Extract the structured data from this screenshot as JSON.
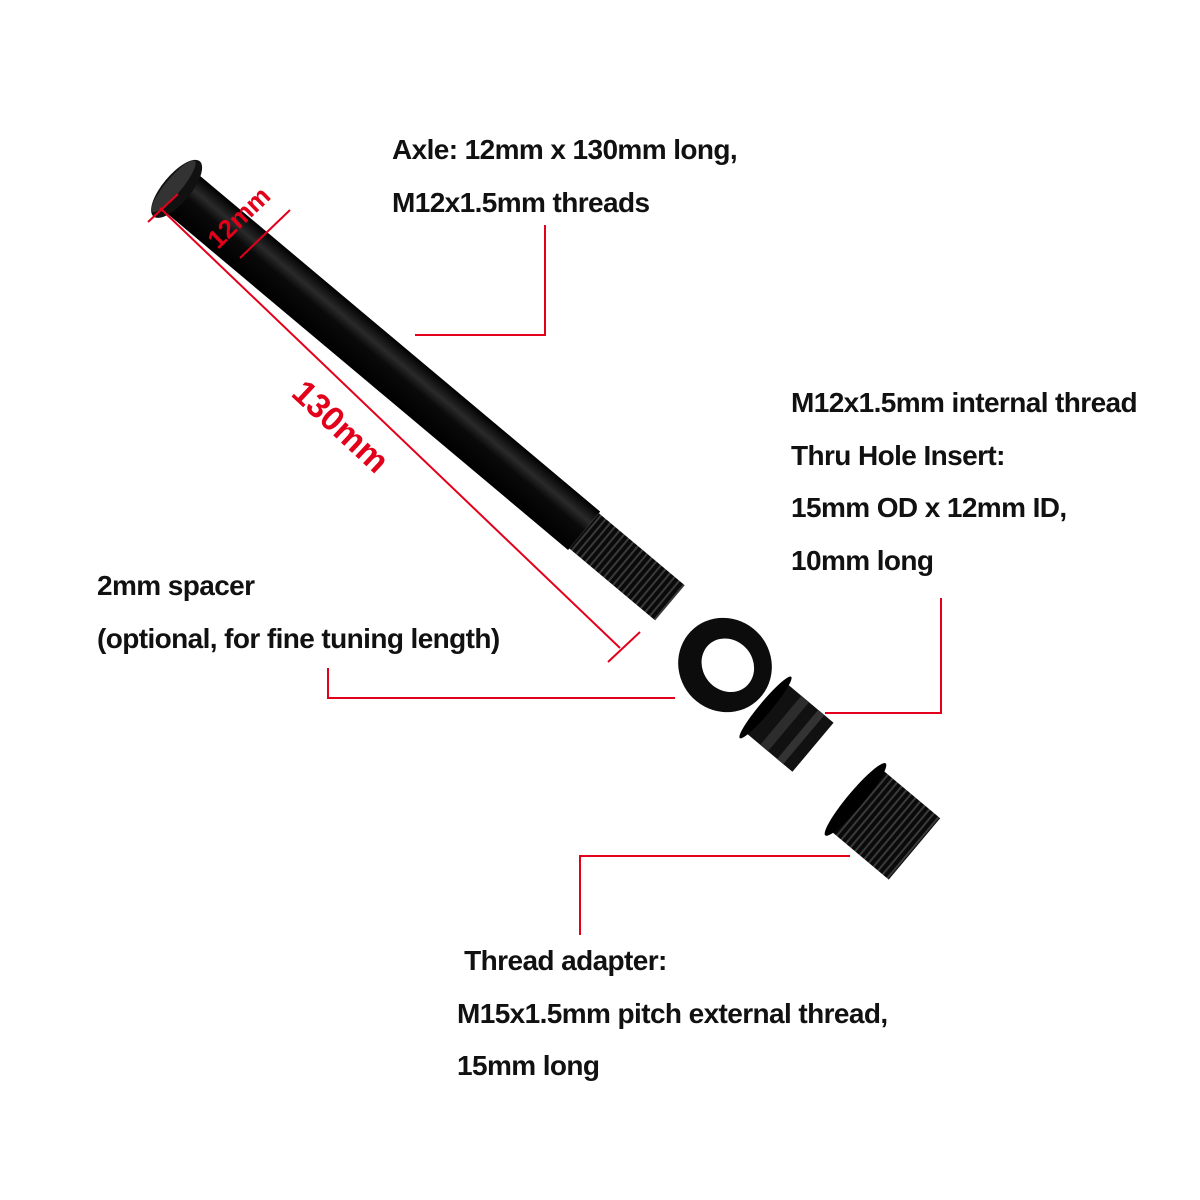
{
  "dimensions": {
    "length": "130mm",
    "diameter": "12mm"
  },
  "callouts": {
    "axle": [
      "Axle: 12mm x 130mm long,",
      "M12x1.5mm threads"
    ],
    "insert": [
      "M12x1.5mm internal thread",
      "Thru Hole Insert:",
      "15mm OD x 12mm ID,",
      "10mm long"
    ],
    "spacer": [
      "2mm spacer",
      "(optional, for fine tuning length)"
    ],
    "adapter": [
      " Thread adapter:",
      "M15x1.5mm pitch external thread,",
      "15mm long"
    ]
  },
  "colors": {
    "dimension": "#e3001b",
    "part": "#111111",
    "text": "#111111"
  }
}
